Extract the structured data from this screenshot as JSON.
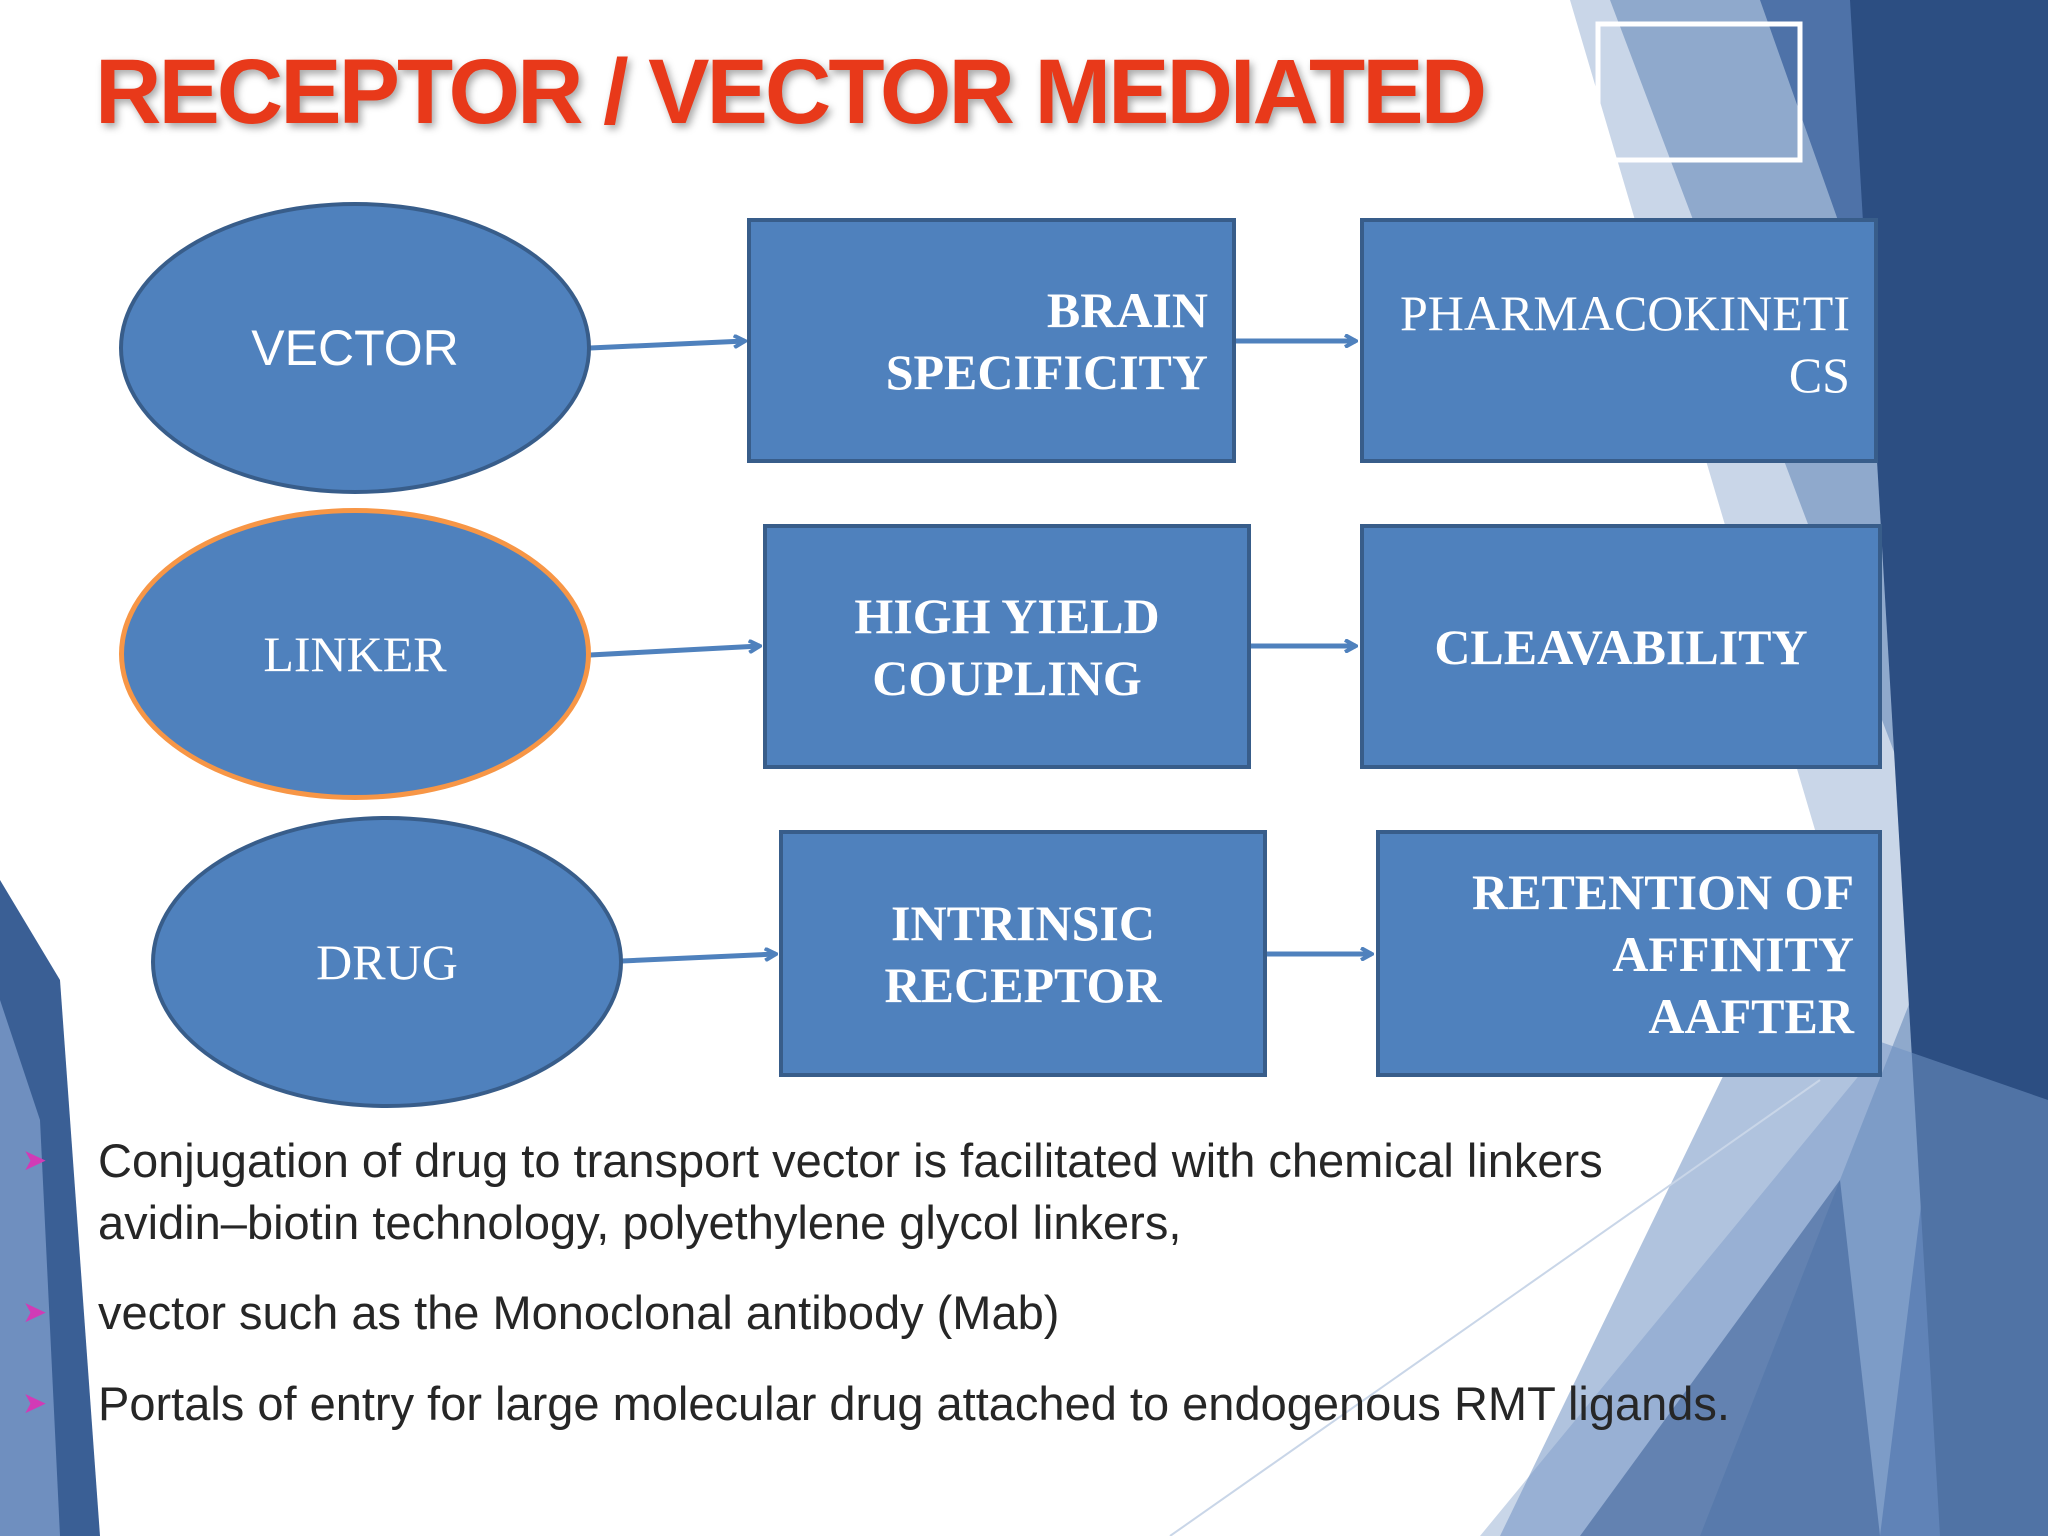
{
  "slide": {
    "title": "RECEPTOR / VECTOR MEDIATED"
  },
  "diagram": {
    "ellipses": {
      "vector": "VECTOR",
      "linker": "LINKER",
      "drug": "DRUG"
    },
    "boxes": {
      "brain_specificity": "BRAIN\nSPECIFICITY",
      "pharmacokinetics": "PHARMACOKINETI\nCS",
      "high_yield_coupling": "HIGH YIELD\nCOUPLING",
      "cleavability": "CLEAVABILITY",
      "intrinsic_receptor": "INTRINSIC\nRECEPTOR",
      "retention_of_affinity": "RETENTION OF\nAFFINITY\nAAFTER"
    }
  },
  "bullets": [
    "Conjugation of drug to transport vector is facilitated with chemical linkers\navidin–biotin technology, polyethylene glycol linkers,",
    "vector such as the Monoclonal antibody (Mab)",
    "Portals of entry for large molecular drug attached to endogenous RMT ligands."
  ],
  "bullet_marker": "➤",
  "colors": {
    "title": "#e8391a",
    "shape_fill": "#4f81bd",
    "shape_border": "#385d8a",
    "highlight_border": "#f79646",
    "arrow": "#4f81bd",
    "bullet_marker": "#d13bb6",
    "text": "#262626"
  }
}
